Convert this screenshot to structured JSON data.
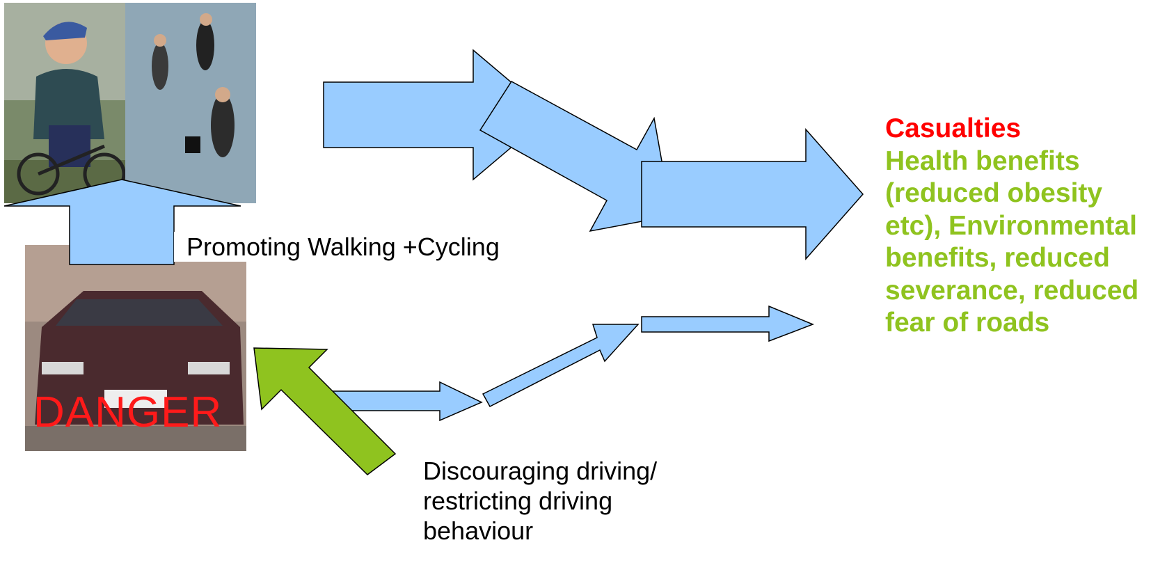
{
  "labels": {
    "promote": "Promoting Walking +Cycling",
    "discourage": "Discouraging driving/ restricting driving behaviour",
    "danger": "DANGER"
  },
  "outcomes": {
    "casualties": "Casualties",
    "benefits": "Health benefits (reduced obesity etc), Environmental benefits, reduced severance, reduced fear of roads"
  },
  "colors": {
    "arrow_fill": "#99ccff",
    "green_arrow": "#8fc31f",
    "casualties": "#ff0000",
    "benefits": "#8fc31f",
    "danger": "#ff1a1a"
  }
}
